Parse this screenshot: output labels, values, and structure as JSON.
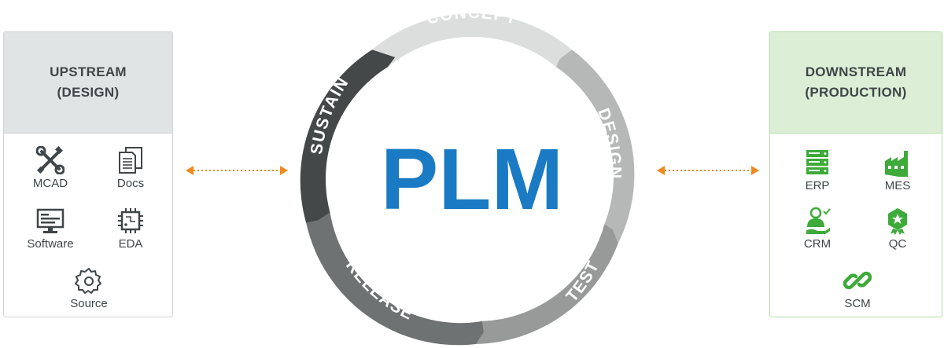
{
  "left_panel": {
    "title_line1": "UPSTREAM",
    "title_line2": "(DESIGN)",
    "items": [
      {
        "label": "MCAD",
        "icon": "wrench-screwdriver-icon"
      },
      {
        "label": "Docs",
        "icon": "documents-icon"
      },
      {
        "label": "Software",
        "icon": "monitor-icon"
      },
      {
        "label": "EDA",
        "icon": "chip-icon"
      },
      {
        "label": "Source",
        "icon": "gear-icon"
      }
    ]
  },
  "right_panel": {
    "title_line1": "DOWNSTREAM",
    "title_line2": "(PRODUCTION)",
    "items": [
      {
        "label": "ERP",
        "icon": "server-rack-icon"
      },
      {
        "label": "MES",
        "icon": "factory-icon"
      },
      {
        "label": "CRM",
        "icon": "person-hand-icon"
      },
      {
        "label": "QC",
        "icon": "quality-badge-icon"
      },
      {
        "label": "SCM",
        "icon": "chain-link-icon"
      }
    ]
  },
  "cycle": {
    "center_label": "PLM",
    "stages": [
      "CONCEPT",
      "DESIGN",
      "TEST",
      "RELEASE",
      "SUSTAIN"
    ]
  },
  "colors": {
    "plm_blue": "#1a7ac4",
    "arrow_orange": "#ef8a1e",
    "green_icon": "#3daa3a",
    "gray_icon": "#3f4548",
    "concept": "#dcdedd",
    "design": "#b5b8b7",
    "test": "#979a99",
    "release": "#6e7272",
    "sustain": "#444848"
  }
}
